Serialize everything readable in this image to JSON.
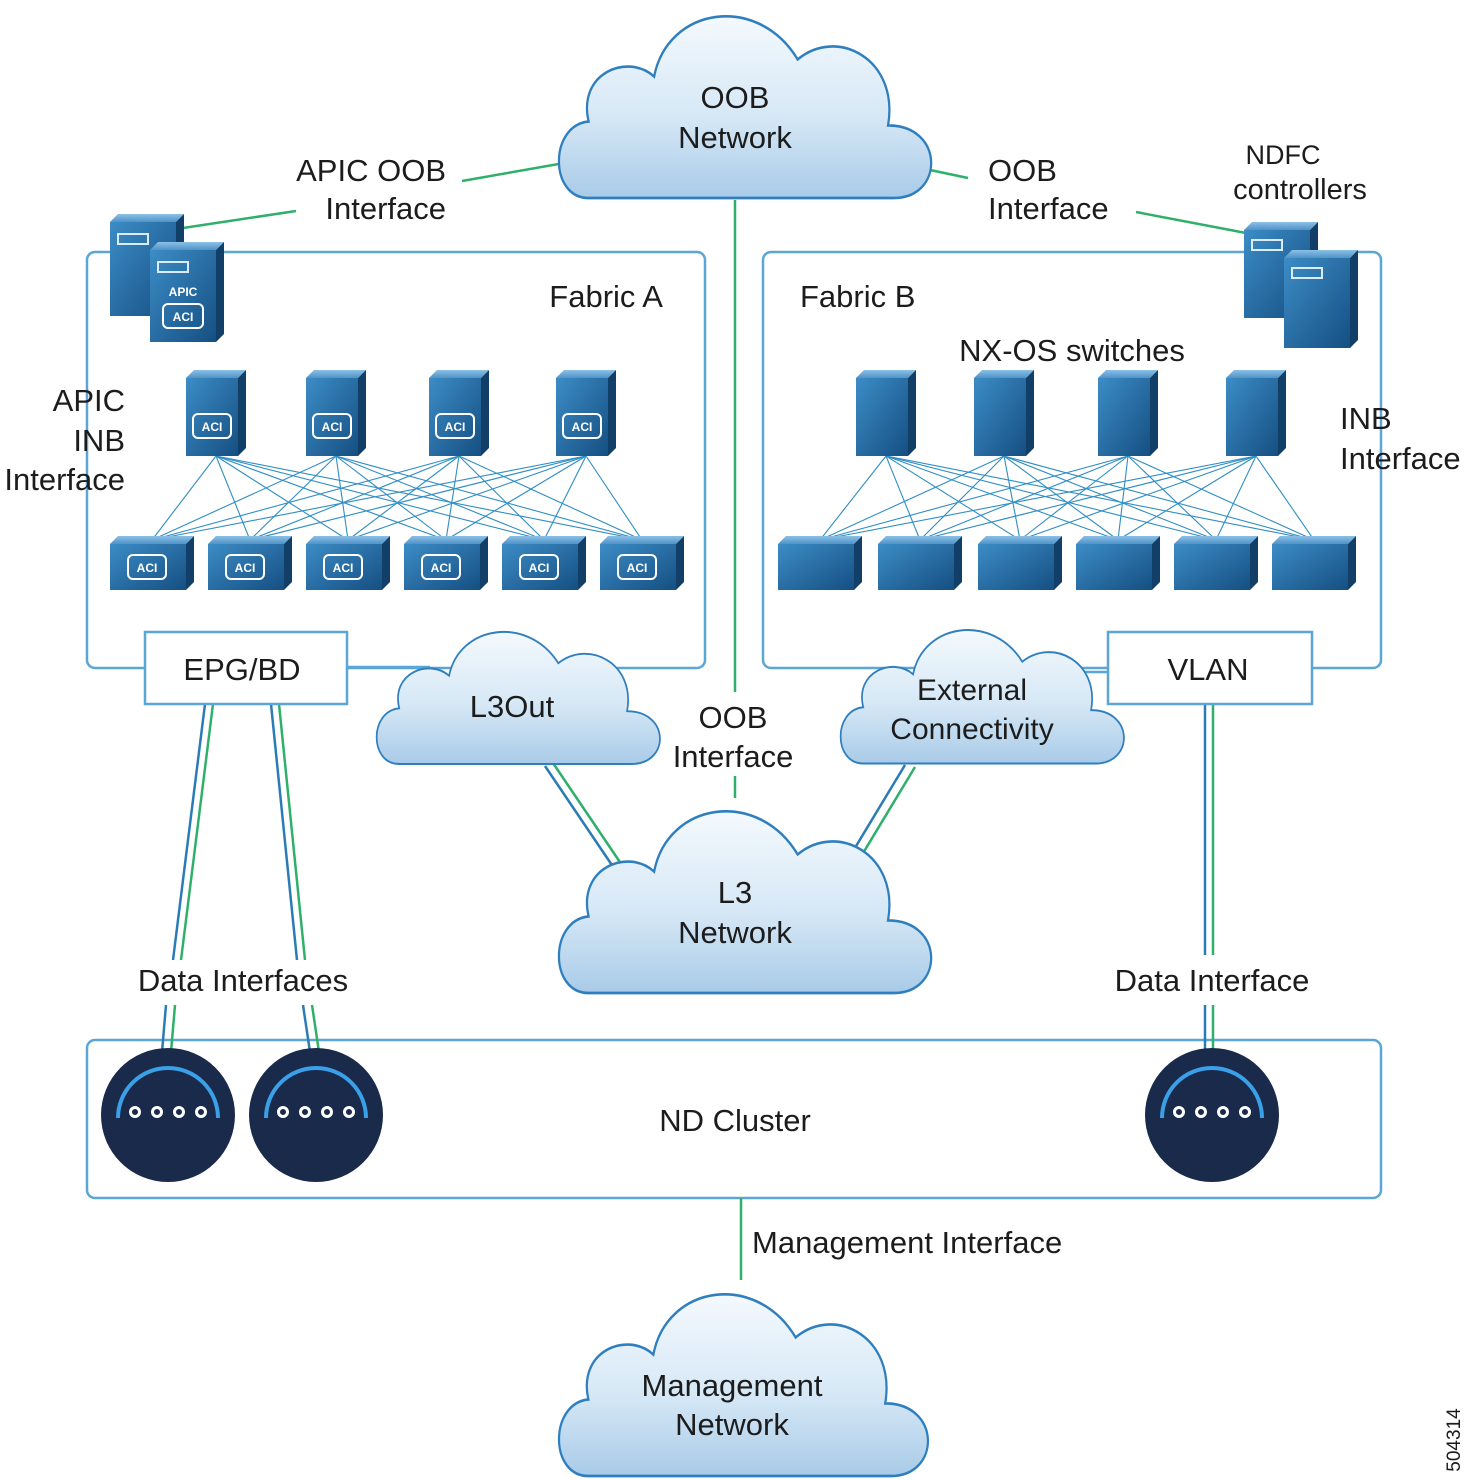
{
  "clouds": {
    "oob_network": [
      "OOB",
      "Network"
    ],
    "l3out": [
      "L3Out"
    ],
    "external_connectivity": [
      "External",
      "Connectivity"
    ],
    "l3_network": [
      "L3",
      "Network"
    ],
    "management_network": [
      "Management",
      "Network"
    ]
  },
  "labels": {
    "apic_oob_interface": [
      "APIC OOB",
      "Interface"
    ],
    "oob_interface_top": [
      "OOB",
      "Interface"
    ],
    "ndfc_controllers": [
      "NDFC",
      "controllers"
    ],
    "apic_inb_interface": [
      "APIC",
      "INB",
      "Interface"
    ],
    "inb_interface": [
      "INB",
      "Interface"
    ],
    "oob_interface_center": [
      "OOB",
      "Interface"
    ],
    "fabric_a": "Fabric A",
    "fabric_b": "Fabric B",
    "nxos_switches": "NX-OS switches",
    "epg_bd": "EPG/BD",
    "vlan": "VLAN",
    "data_interfaces": "Data Interfaces",
    "data_interface": "Data Interface",
    "nd_cluster": "ND Cluster",
    "management_interface": "Management Interface",
    "figure_id": "504314"
  },
  "devices": {
    "apic_badge": "APIC",
    "aci_badge": "ACI"
  },
  "colors": {
    "green_link": "#2fb06a",
    "blue_link": "#2b7bb5",
    "fabric_border": "#5aa6d6",
    "device_blue": "#1f6ea8",
    "node_navy": "#1a2a4a",
    "node_arc": "#3aa0e8"
  }
}
